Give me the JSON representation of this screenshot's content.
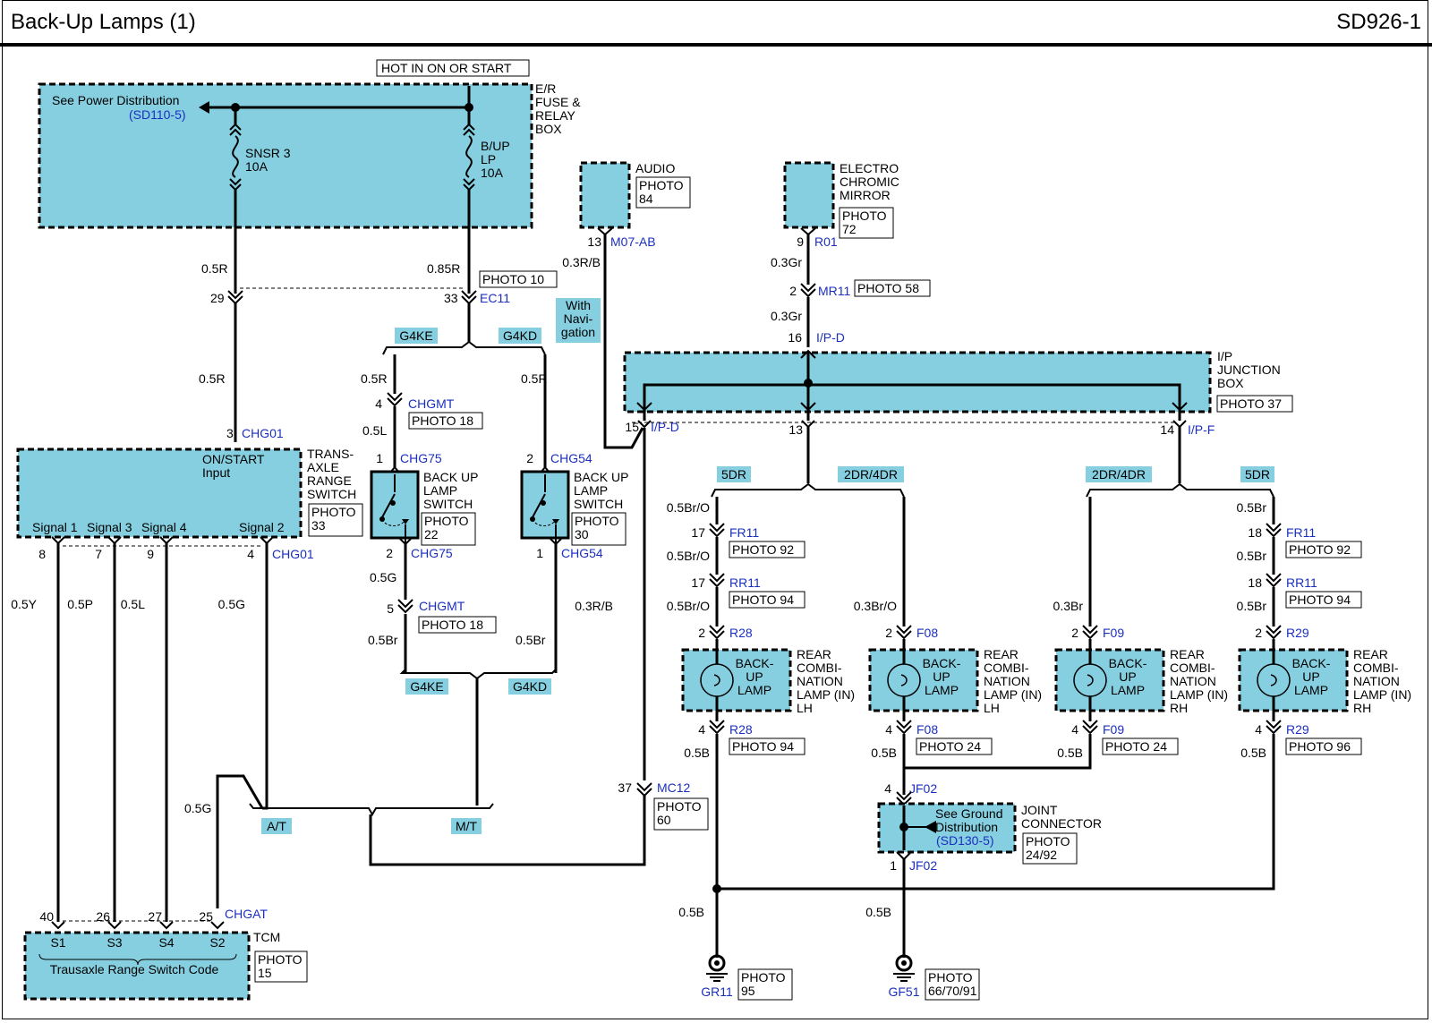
{
  "header": {
    "title": "Back-Up Lamps (1)",
    "code": "SD926-1"
  },
  "power": {
    "hot_label": "HOT IN ON OR START",
    "see_power": "See Power Distribution",
    "see_power_ref": "(SD110-5)",
    "box_label": [
      "E/R",
      "FUSE &",
      "RELAY",
      "BOX"
    ],
    "fuse1": [
      "SNSR 3",
      "10A"
    ],
    "fuse2": [
      "B/UP",
      "LP",
      "10A"
    ]
  },
  "audio": {
    "label": "AUDIO",
    "photo": [
      "PHOTO",
      "84"
    ],
    "pin": "13",
    "conn": "M07-AB",
    "wire": "0.3R/B"
  },
  "mirror": {
    "label": [
      "ELECTRO",
      "CHROMIC",
      "MIRROR"
    ],
    "photo": [
      "PHOTO",
      "72"
    ],
    "pin": "9",
    "conn": "R01",
    "wire": "0.3Gr"
  },
  "mr11": {
    "pin": "2",
    "conn": "MR11",
    "photo": "PHOTO 58",
    "wire": "0.3Gr"
  },
  "ipd16": {
    "pin": "16",
    "conn": "I/P-D"
  },
  "nav": [
    "With",
    "Navi-",
    "gation"
  ],
  "junction": {
    "label": [
      "I/P",
      "JUNCTION",
      "BOX"
    ],
    "photo": "PHOTO 37"
  },
  "ec11": {
    "left_pin": "29",
    "right_pin": "33",
    "conn": "EC11",
    "photo": "PHOTO 10",
    "wire_left": "0.5R",
    "wire_right": "0.85R",
    "wire_down": "0.5R"
  },
  "trans_switch": {
    "label": [
      "TRANS-",
      "AXLE",
      "RANGE",
      "SWITCH"
    ],
    "photo": [
      "PHOTO",
      "33"
    ],
    "input": [
      "ON/START",
      "Input"
    ],
    "pin_top": "3",
    "conn_top": "CHG01",
    "signals": [
      "Signal 1",
      "Signal 3",
      "Signal 4",
      "Signal 2"
    ],
    "pins": [
      "8",
      "7",
      "9",
      "4"
    ],
    "conn_bottom": "CHG01",
    "wires": [
      "0.5Y",
      "0.5P",
      "0.5L",
      "0.5G"
    ]
  },
  "engine_tags": {
    "g4ke": "G4KE",
    "g4kd": "G4KD"
  },
  "chgmt_top": {
    "pin": "4",
    "conn": "CHGMT",
    "photo": "PHOTO 18",
    "wire_above": "0.5R",
    "wire_below": "0.5L"
  },
  "g4kd_wire_top": "0.5R",
  "sw1": {
    "top_pin": "1",
    "top_conn": "CHG75",
    "bottom_pin": "2",
    "bottom_conn": "CHG75",
    "label": [
      "BACK UP",
      "LAMP",
      "SWITCH"
    ],
    "photo": [
      "PHOTO",
      "22"
    ]
  },
  "sw2": {
    "top_pin": "2",
    "top_conn": "CHG54",
    "bottom_pin": "1",
    "bottom_conn": "CHG54",
    "label": [
      "BACK UP",
      "LAMP",
      "SWITCH"
    ],
    "photo": [
      "PHOTO",
      "30"
    ]
  },
  "chgmt_bot": {
    "pin": "5",
    "conn": "CHGMT",
    "photo": "PHOTO 18",
    "wire_above": "0.5G",
    "wire_below": "0.5Br"
  },
  "sw2_wire_below": "0.5Br",
  "at": "A/T",
  "mt": "M/T",
  "wire_05g": "0.5G",
  "ipd15": {
    "pin": "15",
    "conn": "I/P-D",
    "wire": "0.3R/B"
  },
  "mc12": {
    "pin": "37",
    "conn": "MC12",
    "photo": [
      "PHOTO",
      "60"
    ]
  },
  "pin13": "13",
  "ipf": {
    "pin": "14",
    "conn": "I/P-F"
  },
  "body_tags": [
    "5DR",
    "2DR/4DR",
    "2DR/4DR",
    "5DR"
  ],
  "lamps": [
    {
      "fr": {
        "pin": "17",
        "conn": "FR11",
        "photo": "PHOTO 92",
        "wire": "0.5Br/O"
      },
      "rr": {
        "pin": "17",
        "conn": "RR11",
        "photo": "PHOTO 94",
        "wire": "0.5Br/O"
      },
      "top": {
        "pin": "2",
        "conn": "R28",
        "wire": "0.5Br/O"
      },
      "bottom": {
        "pin": "4",
        "conn": "R28",
        "photo": "PHOTO 94",
        "wire": "0.5B"
      },
      "label": [
        "REAR",
        "COMBI-",
        "NATION",
        "LAMP (IN)",
        "LH"
      ]
    },
    {
      "top": {
        "pin": "2",
        "conn": "F08",
        "wire": "0.3Br/O"
      },
      "bottom": {
        "pin": "4",
        "conn": "F08",
        "photo": "PHOTO 24",
        "wire": "0.5B"
      },
      "label": [
        "REAR",
        "COMBI-",
        "NATION",
        "LAMP (IN)",
        "LH"
      ]
    },
    {
      "top": {
        "pin": "2",
        "conn": "F09",
        "wire": "0.3Br"
      },
      "bottom": {
        "pin": "4",
        "conn": "F09",
        "photo": "PHOTO 24",
        "wire": "0.5B"
      },
      "label": [
        "REAR",
        "COMBI-",
        "NATION",
        "LAMP (IN)",
        "RH"
      ]
    },
    {
      "fr": {
        "pin": "18",
        "conn": "FR11",
        "photo": "PHOTO 92",
        "wire": "0.5Br"
      },
      "rr": {
        "pin": "18",
        "conn": "RR11",
        "photo": "PHOTO 94",
        "wire": "0.5Br"
      },
      "top": {
        "pin": "2",
        "conn": "R29",
        "wire": "0.5Br"
      },
      "bottom": {
        "pin": "4",
        "conn": "R29",
        "photo": "PHOTO 96",
        "wire": "0.5B"
      },
      "label": [
        "REAR",
        "COMBI-",
        "NATION",
        "LAMP (IN)",
        "RH"
      ]
    }
  ],
  "lamp_text": [
    "BACK-",
    "UP",
    "LAMP"
  ],
  "jf02": {
    "top_pin": "4",
    "top_conn": "JF02",
    "bottom_pin": "1",
    "bottom_conn": "JF02",
    "see": [
      "See Ground",
      "Distribution"
    ],
    "see_ref": "(SD130-5)",
    "label": [
      "JOINT",
      "CONNECTOR"
    ],
    "photo": [
      "PHOTO",
      "24/92"
    ]
  },
  "ground1": {
    "name": "GR11",
    "wire": "0.5B",
    "photo": [
      "PHOTO",
      "95"
    ]
  },
  "ground2": {
    "name": "GF51",
    "wire": "0.5B",
    "photo": [
      "PHOTO",
      "66/70/91"
    ]
  },
  "tcm": {
    "pins": [
      "40",
      "26",
      "27",
      "25"
    ],
    "conn": "CHGAT",
    "terminals": [
      "S1",
      "S3",
      "S4",
      "S2"
    ],
    "caption": "Trausaxle Range Switch Code",
    "label": "TCM",
    "photo": [
      "PHOTO",
      "15"
    ]
  },
  "colors": {
    "fill": "#86cfe0",
    "conn": "#1b2fbf",
    "wire": "#000000"
  }
}
